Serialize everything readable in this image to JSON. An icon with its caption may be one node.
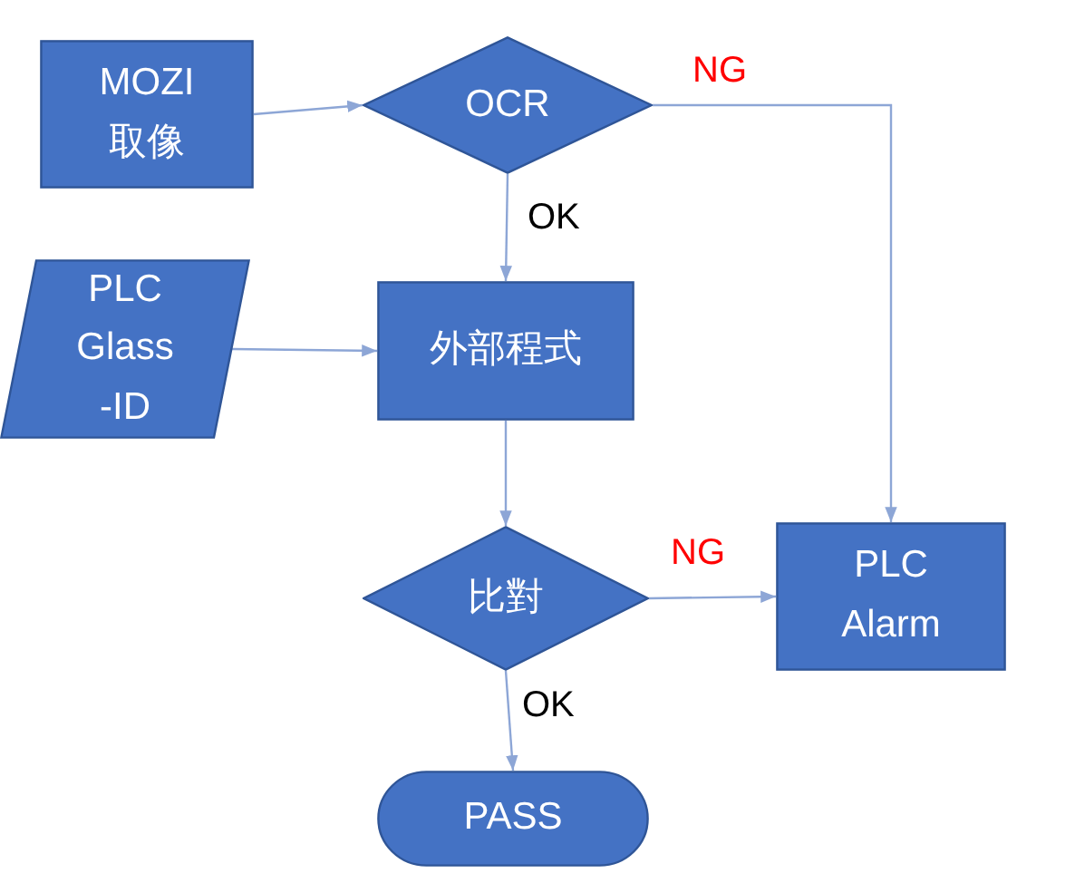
{
  "diagram": {
    "nodes": [
      {
        "text": [
          "MOZI 取像"
        ]
      },
      {
        "text": [
          "OCR"
        ]
      },
      {
        "text": [
          "PLC Glass -ID"
        ]
      },
      {
        "text": [
          "外部程式"
        ]
      },
      {
        "text": [
          "比對"
        ]
      },
      {
        "text": [
          "PLC Alarm"
        ]
      },
      {
        "text": [
          "PASS"
        ]
      }
    ],
    "edges": [
      {
        "from": 0,
        "to": 1,
        "arrow": "to"
      },
      {
        "from": 1,
        "to": 5,
        "arrow": "to",
        "label": "NG"
      },
      {
        "from": 1,
        "to": 3,
        "arrow": "to",
        "label": "OK"
      },
      {
        "from": 2,
        "to": 3,
        "arrow": "to"
      },
      {
        "from": 3,
        "to": 4,
        "arrow": "to"
      },
      {
        "from": 4,
        "to": 5,
        "arrow": "to",
        "label": "NG"
      },
      {
        "from": 4,
        "to": 6,
        "arrow": "to",
        "label": "OK"
      }
    ]
  }
}
